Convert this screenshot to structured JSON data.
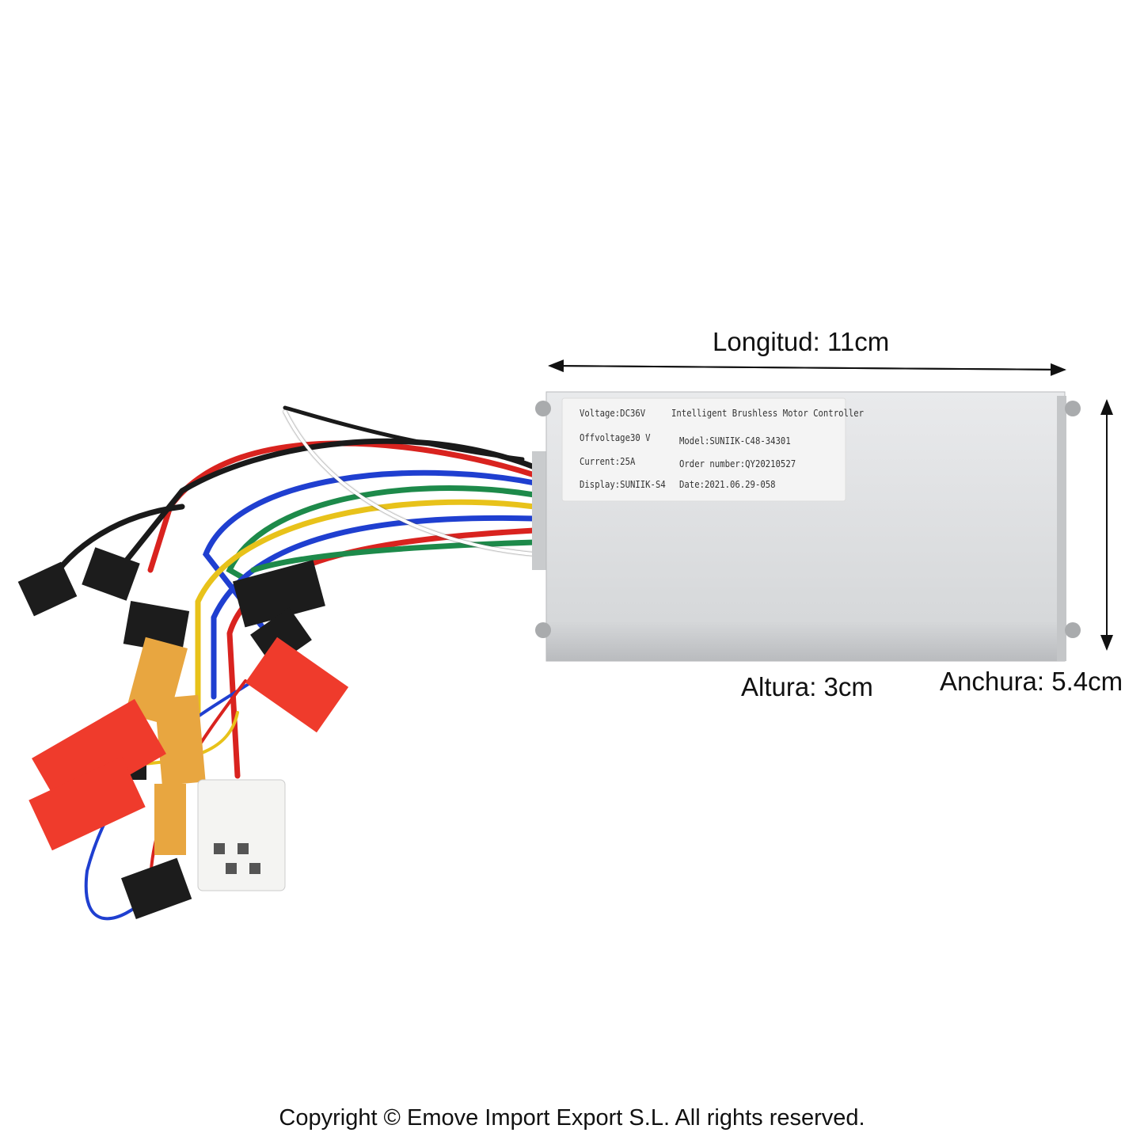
{
  "dimensions": {
    "length": "Longitud: 11cm",
    "height": "Altura: 3cm",
    "width": "Anchura: 5.4cm"
  },
  "label": {
    "voltage": "Voltage:DC36V",
    "offvoltage": "Offvoltage30 V",
    "current": "Current:25A",
    "display": "Display:SUNIIK-S4",
    "title": "Intelligent Brushless Motor Controller",
    "model": "Model:SUNIIK-C48-34301",
    "order": "Order number:QY20210527",
    "date": "Date:2021.06.29-058"
  },
  "copyright": "Copyright © Emove Import Export S.L. All rights reserved.",
  "colors": {
    "housing": "#d9dbdd",
    "wire_red": "#d9231f",
    "wire_black": "#1a1a1a",
    "wire_blue": "#1f3fd0",
    "wire_yellow": "#e8c21a",
    "wire_green": "#1d8a4a",
    "connector_red": "#ef3b2c",
    "connector_orange": "#e8a640"
  }
}
